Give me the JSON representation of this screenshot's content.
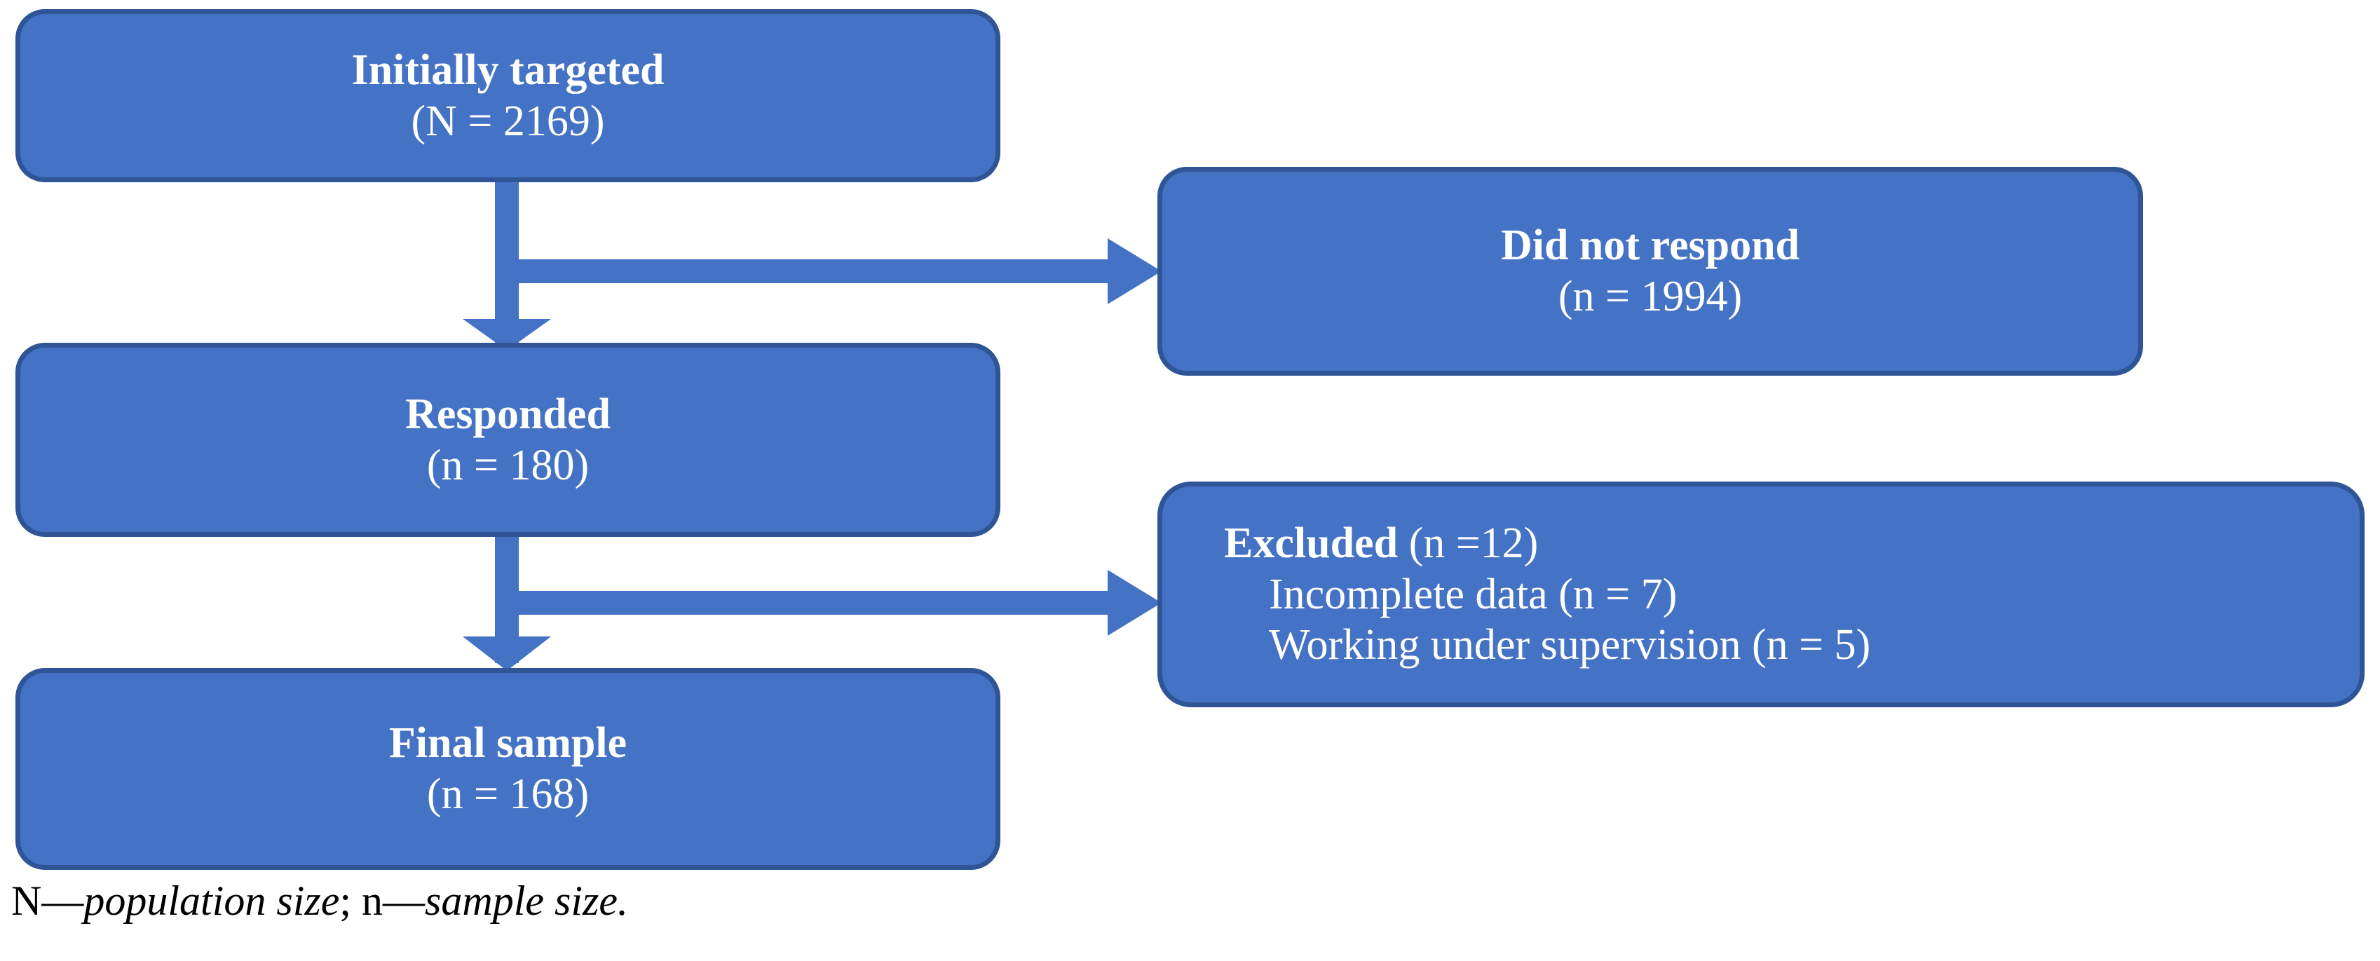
{
  "figure": {
    "type": "participant-flow-diagram",
    "colors": {
      "box_fill": "#4472C4",
      "box_border": "#2F5597",
      "box_text": "#FFFFFF",
      "arrow": "#4472C4",
      "caption_text": "#000000",
      "background": "#FFFFFF"
    },
    "boxes": {
      "initially_targeted": {
        "title": "Initially targeted",
        "count": "(N = 2169)"
      },
      "responded": {
        "title": "Responded",
        "count": "(n = 180)"
      },
      "final_sample": {
        "title": "Final sample",
        "count": "(n = 168)"
      },
      "did_not_respond": {
        "title": "Did not respond",
        "count": "(n = 1994)"
      },
      "excluded": {
        "title": "Excluded",
        "count": "(n =12)",
        "reason_1": "Incomplete data (n = 7)",
        "reason_2": "Working under supervision (n = 5)"
      }
    },
    "arrows": [
      {
        "name": "initially-targeted-to-responded",
        "from": "initially_targeted",
        "to": "responded",
        "direction": "down"
      },
      {
        "name": "initially-targeted-to-did-not-respond",
        "from": "initially_targeted",
        "to": "did_not_respond",
        "direction": "right"
      },
      {
        "name": "responded-to-final-sample",
        "from": "responded",
        "to": "final_sample",
        "direction": "down"
      },
      {
        "name": "responded-to-excluded",
        "from": "responded",
        "to": "excluded",
        "direction": "right"
      }
    ],
    "caption": {
      "n_upper_label": "N",
      "dash_1": "—",
      "n_upper_meaning": "population size",
      "separator": "; ",
      "n_lower_label": "n",
      "dash_2": "—",
      "n_lower_meaning": "sample size",
      "period": "."
    }
  }
}
